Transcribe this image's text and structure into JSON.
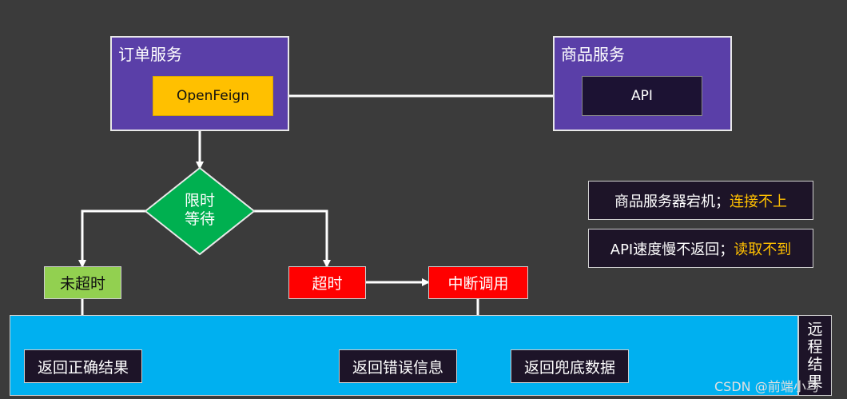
{
  "order_service": {
    "label": "订单服务",
    "component": "OpenFeign"
  },
  "product_service": {
    "label": "商品服务",
    "component": "API"
  },
  "decision": {
    "line1": "限时",
    "line2": "等待"
  },
  "branches": {
    "not_timeout": "未超时",
    "timeout": "超时",
    "interrupt": "中断调用"
  },
  "results": {
    "correct": "返回正确结果",
    "error": "返回错误信息",
    "fallback": "返回兜底数据",
    "remote_result_chars": [
      "远",
      "程",
      "结",
      "果"
    ]
  },
  "notes": [
    {
      "prefix": "商品服务器宕机；",
      "highlight": "连接不上"
    },
    {
      "prefix": "API速度慢不返回；",
      "highlight": "读取不到"
    }
  ],
  "watermark": "CSDN @前端小马",
  "colors": {
    "background": "#3b3b3b",
    "service_box": "#5a3fa8",
    "openfeign": "#ffc000",
    "decision": "#00b050",
    "not_timeout": "#92d050",
    "timeout": "#ff0000",
    "result_band": "#00b0f0",
    "highlight": "#ffc000"
  }
}
